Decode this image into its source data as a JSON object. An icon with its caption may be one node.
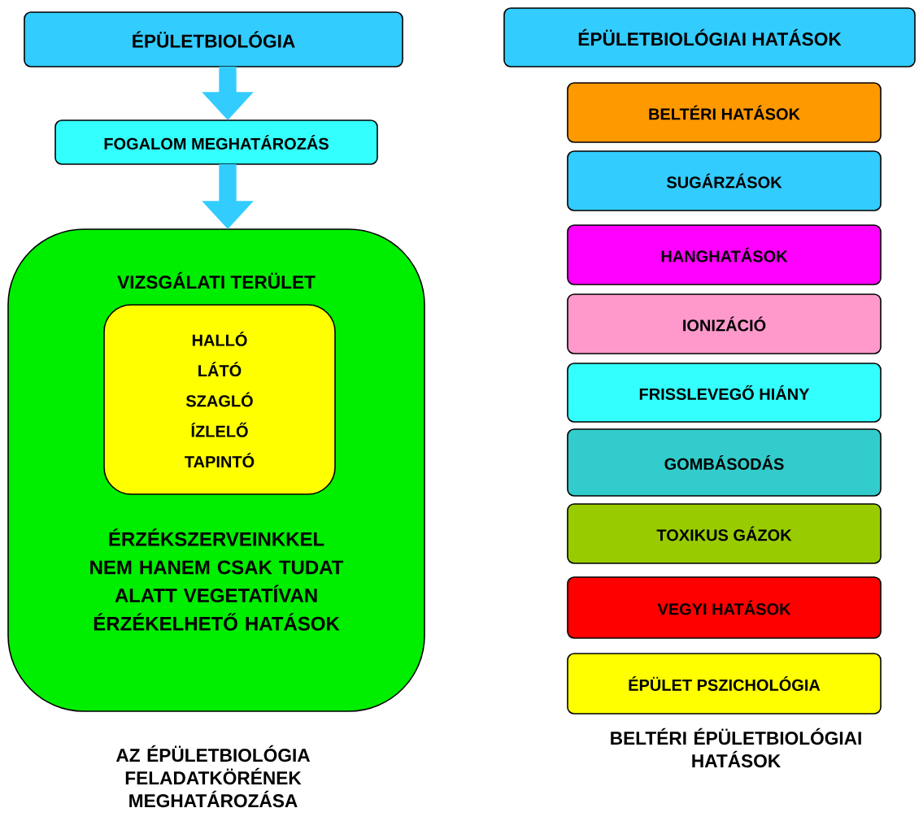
{
  "diagram": {
    "nodes": [
      {
        "text": [
          "ÉPÜLETBIOLÓGIA"
        ]
      },
      {
        "text": [
          "FOGALOM MEGHATÁROZÁS"
        ]
      },
      {
        "text": [
          "VIZSGÁLATI TERÜLET",
          "ÉRZÉKSZERVEINKKEL NEM HANEM CSAK TUDAT ALATT VEGETATÍVAN ÉRZÉKELHETŐ HATÁSOK"
        ]
      },
      {
        "text": [
          "HALLÓ LÁTÓ SZAGLÓ ÍZLELŐ TAPINTÓ"
        ],
        "in": 2
      },
      {
        "text": [
          "ÉPÜLETBIOLÓGIAI HATÁSOK"
        ]
      },
      {
        "text": [
          "BELTÉRI HATÁSOK"
        ]
      },
      {
        "text": [
          "SUGÁRZÁSOK"
        ]
      },
      {
        "text": [
          "HANGHATÁSOK"
        ]
      },
      {
        "text": [
          "IONIZÁCIÓ"
        ]
      },
      {
        "text": [
          "FRISSLEVEGŐ HIÁNY"
        ]
      },
      {
        "text": [
          "GOMBÁSODÁS"
        ]
      },
      {
        "text": [
          "TOXIKUS GÁZOK"
        ]
      },
      {
        "text": [
          "VEGYI HATÁSOK"
        ]
      },
      {
        "text": [
          "ÉPÜLET PSZICHOLÓGIA"
        ]
      }
    ],
    "edges": [
      {
        "from": 0,
        "to": 1,
        "arrow": "to"
      },
      {
        "from": 1,
        "to": 2,
        "arrow": "to"
      }
    ],
    "labels": [
      "AZ ÉPÜLETBIOLÓGIA FELADATKÖRÉNEK MEGHATÁROZÁSA",
      "BELTÉRI ÉPÜLETBIOLÓGIAI HATÁSOK"
    ]
  }
}
